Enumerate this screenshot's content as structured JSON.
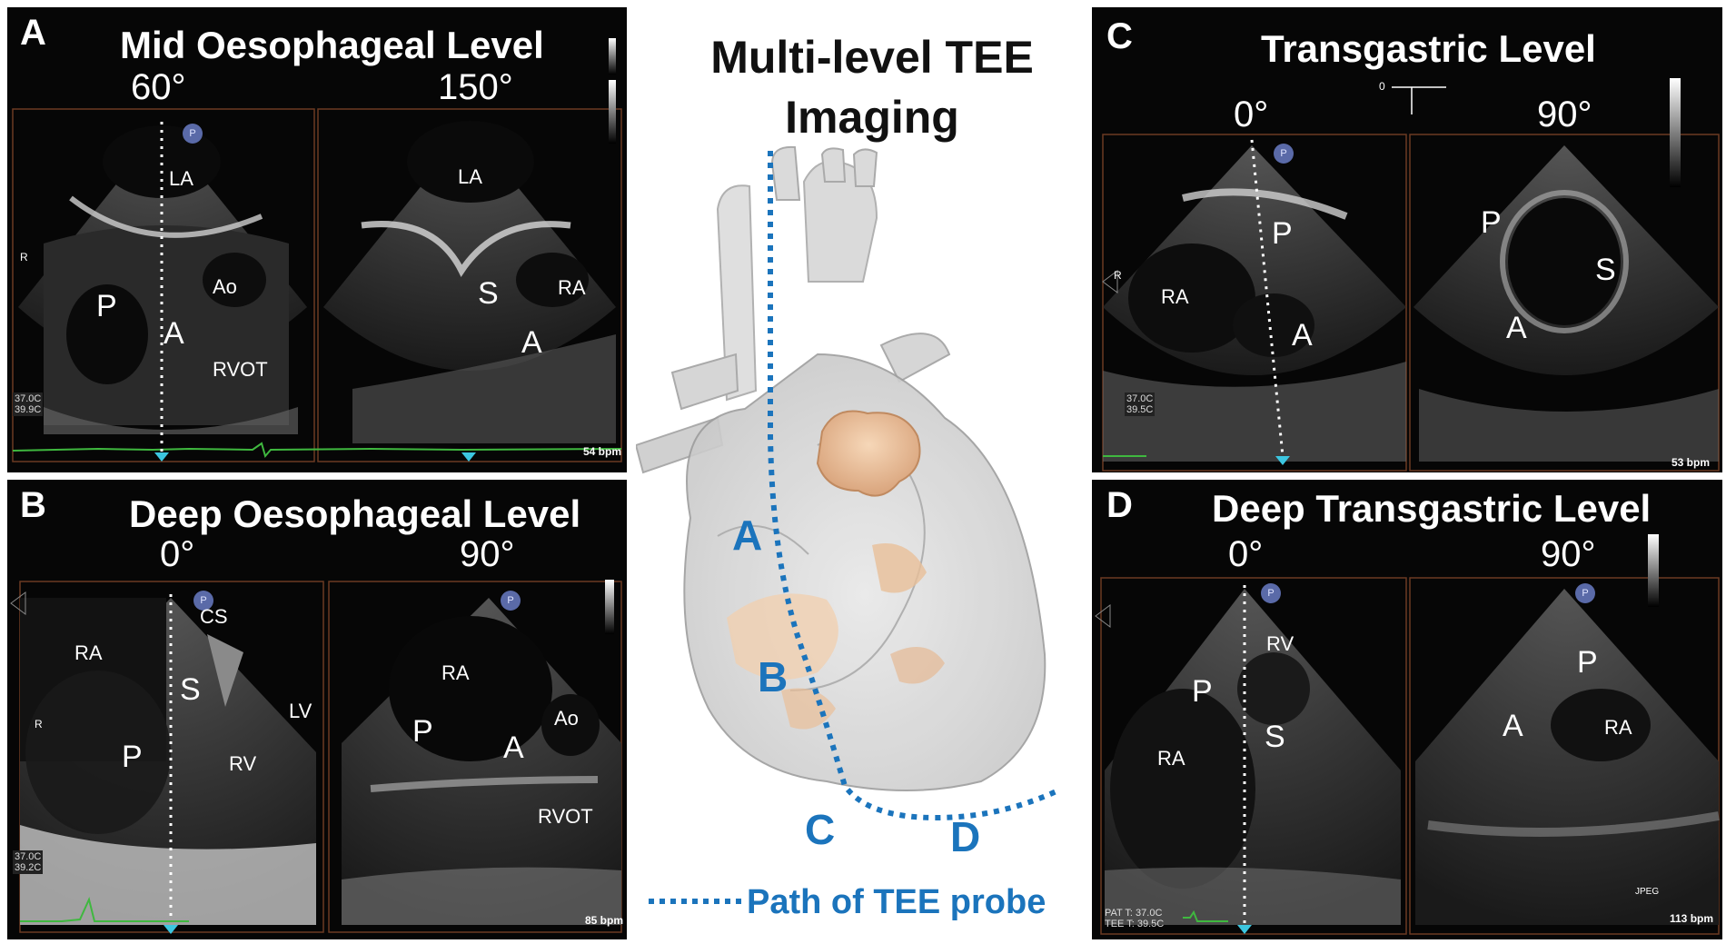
{
  "center": {
    "title_line1": "Multi-level TEE",
    "title_line2": "Imaging",
    "path_labels": {
      "A": "A",
      "B": "B",
      "C": "C",
      "D": "D"
    },
    "legend": "Path of TEE probe",
    "path_color": "#1b74bc"
  },
  "panels": {
    "A": {
      "letter": "A",
      "title": "Mid Oesophageal Level",
      "angle_left": "60°",
      "angle_right": "150°",
      "left_labels": {
        "la": "LA",
        "p": "P",
        "a": "A",
        "ao": "Ao",
        "rvot": "RVOT",
        "r": "R"
      },
      "right_labels": {
        "la": "LA",
        "s": "S",
        "ra": "RA",
        "a": "A"
      },
      "temp": [
        "37.0C",
        "39.9C"
      ],
      "bpm": "54 bpm",
      "p_marker": "P"
    },
    "B": {
      "letter": "B",
      "title": "Deep Oesophageal Level",
      "angle_left": "0°",
      "angle_right": "90°",
      "left_labels": {
        "cs": "CS",
        "ra": "RA",
        "s": "S",
        "lv": "LV",
        "p": "P",
        "rv": "RV",
        "r": "R"
      },
      "right_labels": {
        "ra": "RA",
        "p": "P",
        "a": "A",
        "ao": "Ao",
        "rvot": "RVOT"
      },
      "temp": [
        "37.0C",
        "39.2C"
      ],
      "bpm": "85 bpm",
      "p_marker": "P"
    },
    "C": {
      "letter": "C",
      "title": "Transgastric Level",
      "angle_left": "0°",
      "angle_right": "90°",
      "left_labels": {
        "p": "P",
        "ra": "RA",
        "a": "A",
        "r": "R"
      },
      "right_labels": {
        "p": "P",
        "s": "S",
        "a": "A"
      },
      "temp": [
        "37.0C",
        "39.5C"
      ],
      "bpm": "53 bpm",
      "p_marker": "P",
      "orient": "0"
    },
    "D": {
      "letter": "D",
      "title": "Deep Transgastric Level",
      "angle_left": "0°",
      "angle_right": "90°",
      "left_labels": {
        "rv": "RV",
        "p": "P",
        "s": "S",
        "ra": "RA"
      },
      "right_labels": {
        "p": "P",
        "a": "A",
        "ra": "RA"
      },
      "temp": [
        "PAT T: 37.0C",
        "TEE T: 39.5C"
      ],
      "bpm": "113 bpm",
      "jpeg": "JPEG",
      "p_marker": "P"
    }
  }
}
